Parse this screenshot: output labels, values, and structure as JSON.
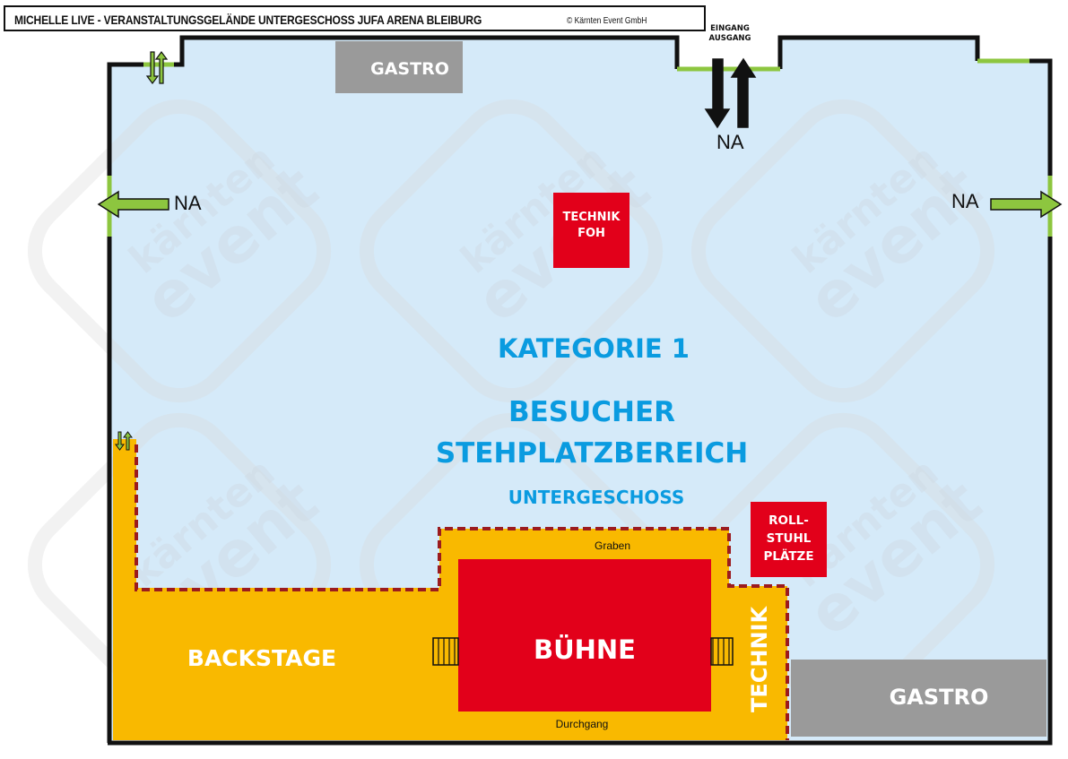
{
  "header": {
    "title": "MICHELLE LIVE - VERANSTALTUNGSGELÄNDE UNTERGESCHOSS JUFA ARENA  BLEIBURG",
    "copyright": "© Kärnten Event GmbH"
  },
  "watermark": {
    "line1": "kärnten",
    "line2": "event"
  },
  "entrance": {
    "line1": "EINGANG",
    "line2": "AUSGANG"
  },
  "emergency_exits": {
    "top": "NA",
    "left": "NA",
    "right": "NA"
  },
  "areas": {
    "gastro_top": "GASTRO",
    "technik_foh_line1": "TECHNIK",
    "technik_foh_line2": "FOH",
    "category": "KATEGORIE 1",
    "visitor_line1": "BESUCHER",
    "visitor_line2": "STEHPLATZBEREICH",
    "floor": "UNTERGESCHOSS",
    "rollstuhl_line1": "ROLL-",
    "rollstuhl_line2": "STUHL",
    "rollstuhl_line3": "PLÄTZE",
    "graben": "Graben",
    "buehne": "BÜHNE",
    "backstage": "BACKSTAGE",
    "technik_side": "TECHNIK",
    "durchgang": "Durchgang",
    "gastro_bottom": "GASTRO"
  },
  "colors": {
    "floor": "#d5eaf9",
    "wall": "#111111",
    "exit": "#8dc63f",
    "stage": "#e2001a",
    "backstage": "#f9b900",
    "gastro": "#9a9a9a",
    "barrier": "#9b1b1e",
    "visitor_text": "#0a9be0"
  }
}
